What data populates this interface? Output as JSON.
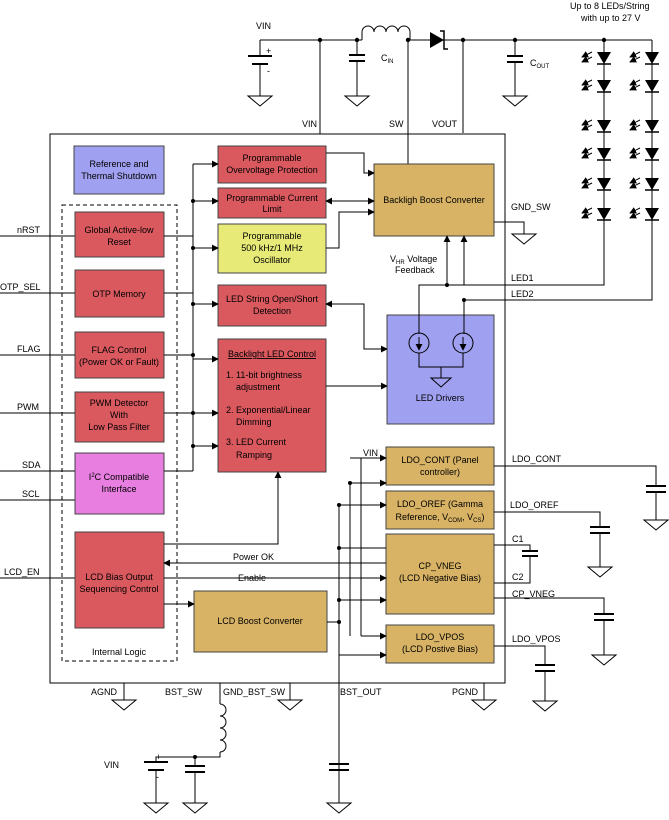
{
  "header": {
    "vin_top": "VIN",
    "cin": "C",
    "cin_sub": "IN",
    "cout": "C",
    "cout_sub": "OUT",
    "led_note_1": "Up to 8 LEDs/String",
    "led_note_2": "with up to 27 V",
    "plus": "+",
    "minus": "-"
  },
  "chip_pins": {
    "vin": "VIN",
    "sw": "SW",
    "vout": "VOUT",
    "gnd_sw": "GND_SW",
    "led1": "LED1",
    "led2": "LED2",
    "ldo_cont": "LDO_CONT",
    "ldo_oref": "LDO_OREF",
    "c1": "C1",
    "c2": "C2",
    "cp_vneg": "CP_VNEG",
    "ldo_vpos": "LDO_VPOS",
    "agnd": "AGND",
    "bst_sw": "BST_SW",
    "gnd_bst_sw": "GND_BST_SW",
    "bst_out": "BST_OUT",
    "pgnd": "PGND",
    "vin_inner": "VIN",
    "vin_bottom": "VIN"
  },
  "inputs": [
    "nRST",
    "OTP_SEL",
    "FLAG",
    "PWM",
    "SDA",
    "SCL",
    "LCD_EN"
  ],
  "blocks": {
    "ref_thermal": [
      "Reference and",
      "Thermal Shutdown"
    ],
    "global_reset": [
      "Global Active-low",
      "Reset"
    ],
    "otp": [
      "OTP Memory"
    ],
    "flag_ctrl": [
      "FLAG Control",
      "(Power OK or Fault)"
    ],
    "pwm_det": [
      "PWM Detector",
      "With",
      "Low Pass Filter"
    ],
    "i2c_pre": "I",
    "i2c_sup": "2",
    "i2c_post": "C Compatible",
    "i2c_line2": "Interface",
    "lcd_bias": [
      "LCD Bias Output",
      "Sequencing Control"
    ],
    "internal_logic": "Internal Logic",
    "ovp": [
      "Programmable",
      "Overvoltage Protection"
    ],
    "cur_limit": [
      "Programmable Current",
      "Limit"
    ],
    "osc": [
      "Programmable",
      "500 kHz/1 MHz",
      "Oscillator"
    ],
    "open_short": [
      "LED String Open/Short",
      "Detection"
    ],
    "bl_title": "Backlight LED Control",
    "bl_items": [
      "1. 11-bit brightness",
      "adjustment",
      "2. Exponential/Linear",
      "Dimming",
      "3. LED Current",
      "Ramping"
    ],
    "boost_bl": "Backligh Boost Converter",
    "vhr_v": "V",
    "vhr_sub": "HR",
    "vhr_rest": " Voltage",
    "vhr_line2": "Feedback",
    "led_drivers": "LED Drivers",
    "ldo_cont": [
      "LDO_CONT (Panel",
      "controller)"
    ],
    "ldo_oref_1": "LDO_OREF (Gamma",
    "ldo_oref_2a": "Reference, V",
    "ldo_oref_2b": "COM",
    "ldo_oref_2c": ", V",
    "ldo_oref_2d": "CS",
    "ldo_oref_2e": ")",
    "cp_vneg": [
      "CP_VNEG",
      "(LCD Negative Bias)"
    ],
    "lcd_boost": "LCD Boost Converter",
    "ldo_vpos": [
      "LDO_VPOS",
      "(LCD Postive Bias)"
    ],
    "power_ok": "Power OK",
    "enable": "Enable"
  },
  "colors": {
    "red": "#d9595f",
    "purple": "#a0a0f0",
    "tan": "#d8b365",
    "yellow": "#e8ea78",
    "magenta": "#e77ee0"
  }
}
